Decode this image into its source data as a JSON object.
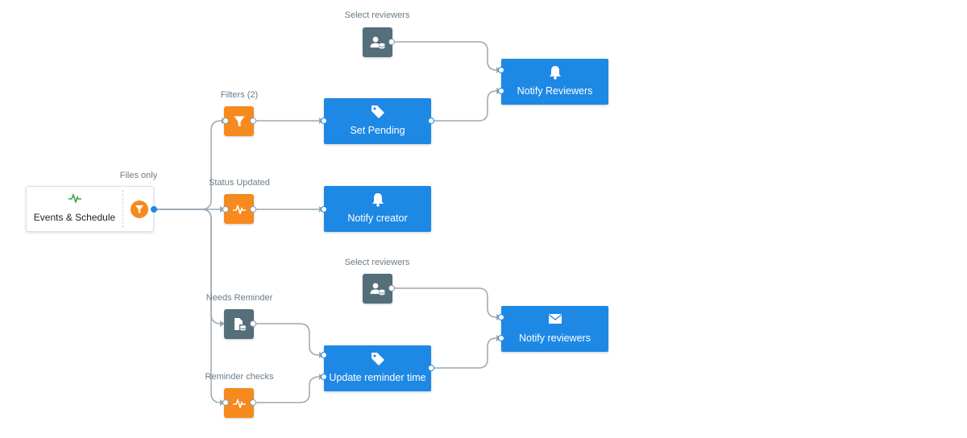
{
  "start": {
    "title": "Events & Schedule",
    "filter_label": "Files only"
  },
  "steps": {
    "filters": "Filters (2)",
    "status_updated": "Status Updated",
    "needs_reminder": "Needs Reminder",
    "reminder_checks": "Reminder checks",
    "select_reviewers_top": "Select reviewers",
    "select_reviewers_bottom": "Select reviewers"
  },
  "actions": {
    "set_pending": "Set Pending",
    "notify_reviewers_top": "Notify Reviewers",
    "notify_creator": "Notify creator",
    "update_reminder_time": "Update reminder time",
    "notify_reviewers_bottom": "Notify reviewers"
  },
  "colors": {
    "action": "#1e88e5",
    "filter": "#f68a1f",
    "data": "#546e7a",
    "wire": "#9aa8b3"
  }
}
